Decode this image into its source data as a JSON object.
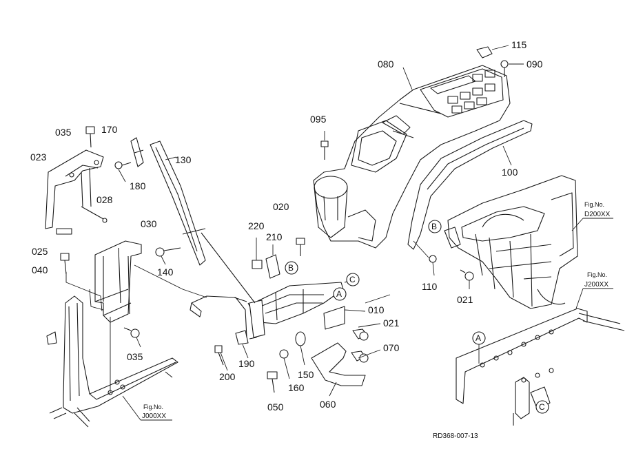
{
  "parts": {
    "p115": "115",
    "p090": "090",
    "p080": "080",
    "p095": "095",
    "p100": "100",
    "p035a": "035",
    "p170": "170",
    "p130": "130",
    "p023": "023",
    "p180": "180",
    "p028": "028",
    "p020": "020",
    "p030": "030",
    "p220": "220",
    "p210": "210",
    "p025": "025",
    "p040": "040",
    "p140": "140",
    "p110": "110",
    "p021a": "021",
    "p010": "010",
    "p021b": "021",
    "p035b": "035",
    "p070": "070",
    "p190": "190",
    "p200": "200",
    "p150": "150",
    "p160": "160",
    "p050": "050",
    "p060": "060"
  },
  "callouts": {
    "a1": "A",
    "a2": "A",
    "b1": "B",
    "b2": "B",
    "c1": "C",
    "c2": "C"
  },
  "fig_refs": {
    "d200_l1": "Fig.No.",
    "d200_l2": "D200XX",
    "j200_l1": "Fig.No.",
    "j200_l2": "J200XX",
    "j000_l1": "Fig.No.",
    "j000_l2": "J000XX"
  },
  "drawing_code": "RD368-007-13"
}
